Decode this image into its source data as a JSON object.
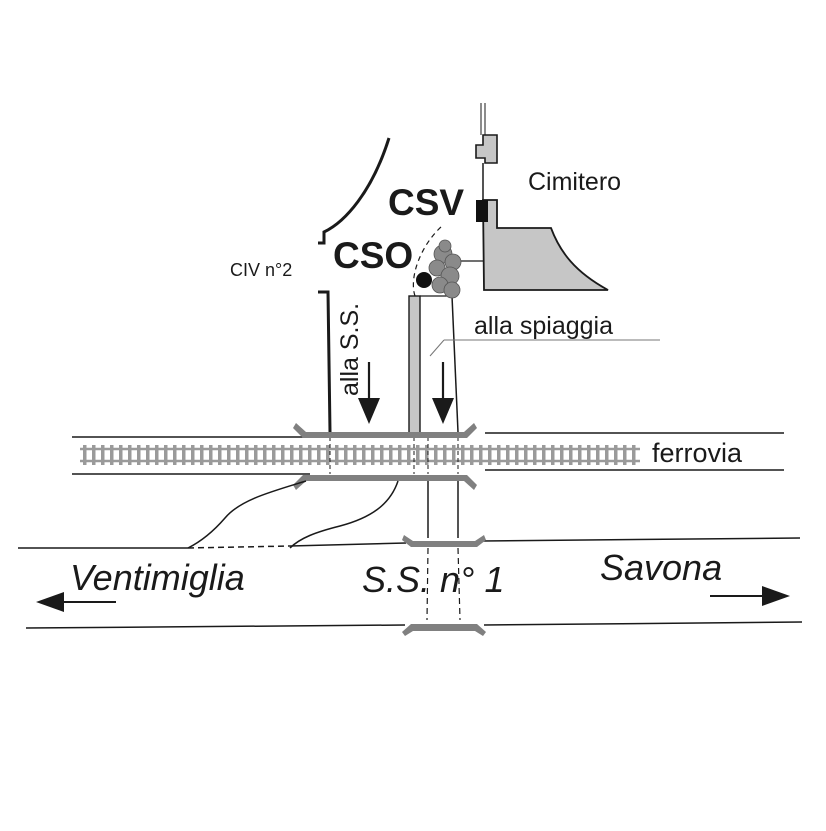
{
  "labels": {
    "cimitero": "Cimitero",
    "csv": "CSV",
    "cso": "CSO",
    "civ": "CIV n°2",
    "alla_ss": "alla S.S.",
    "alla_spiaggia": "alla spiaggia",
    "ferrovia": "ferrovia",
    "ventimiglia": "Ventimiglia",
    "ss1": "S.S. n° 1",
    "savona": "Savona"
  },
  "colors": {
    "line": "#1a1a1a",
    "gray_fill": "#c6c6c6",
    "bridge": "#808080",
    "rail": "#9a9a9a",
    "vegetation": "#8a8a8a"
  },
  "icons": {
    "vegetation": "shrub-icon",
    "point": "filled-circle-icon",
    "marker": "black-rectangle-icon"
  }
}
